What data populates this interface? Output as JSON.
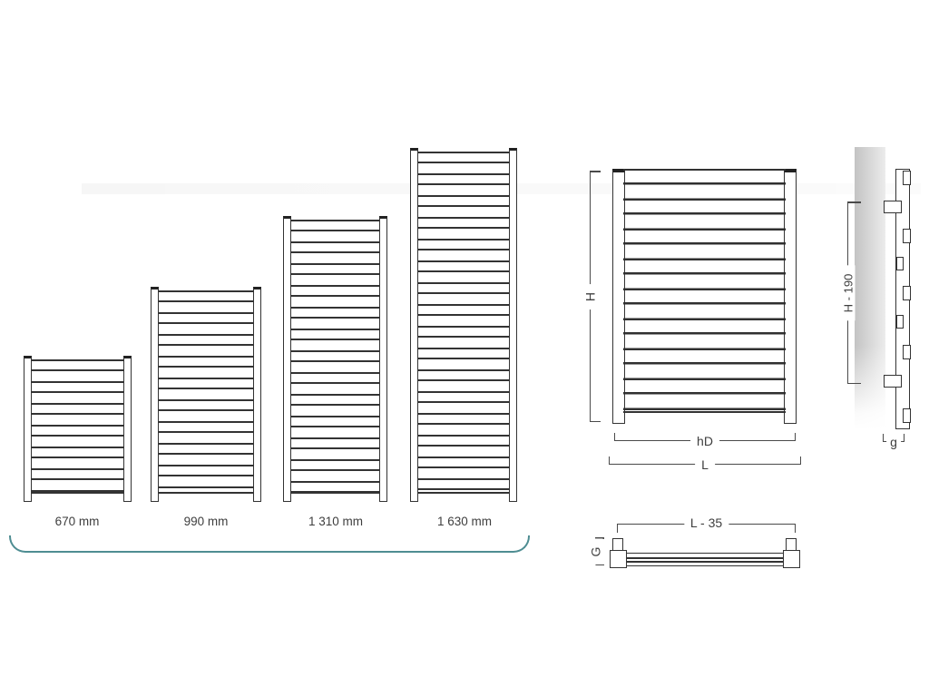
{
  "models": [
    {
      "label": "670 mm"
    },
    {
      "label": "990 mm"
    },
    {
      "label": "1 310 mm"
    },
    {
      "label": "1 630 mm"
    }
  ],
  "front_view": {
    "height_label": "H",
    "rail_width_label": "hD",
    "width_label": "L"
  },
  "side_view": {
    "height_label": "H - 190",
    "gap_label": "g"
  },
  "top_view": {
    "width_label": "L - 35",
    "depth_label": "G"
  },
  "colors": {
    "accent_teal": "#4e8d92",
    "drawing_line": "#333333",
    "dimension_line": "#4a4a4a",
    "text": "#3e3e3e",
    "wall_gray": "#c3c3c3"
  }
}
